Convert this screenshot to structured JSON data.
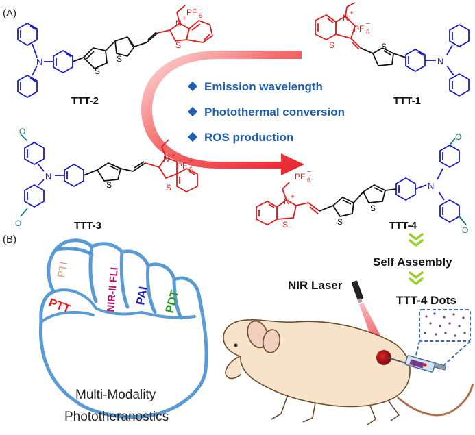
{
  "panels": {
    "a": "(A)",
    "b": "(B)"
  },
  "molecules": [
    {
      "id": "tt2",
      "label": "TTT-2"
    },
    {
      "id": "tt1",
      "label": "TTT-1"
    },
    {
      "id": "tt3",
      "label": "TTT-3"
    },
    {
      "id": "tt4",
      "label": "TTT-4"
    }
  ],
  "chem": {
    "pf": "PF",
    "six": "6",
    "minus": "−",
    "plus": "+",
    "n": "N",
    "s": "S",
    "o": "O"
  },
  "properties": [
    "Emission wavelength",
    "Photothermal conversion",
    "ROS production"
  ],
  "process": {
    "self_assembly": "Self Assembly",
    "dots": "TTT-4 Dots",
    "laser": "NIR Laser"
  },
  "fingers": [
    {
      "label": "PTT",
      "color": "#e31a1c"
    },
    {
      "label": "PTI",
      "color": "#d2a679"
    },
    {
      "label": "NIR-II FLI",
      "color": "#b8186b"
    },
    {
      "label": "PAI",
      "color": "#1a1ac8"
    },
    {
      "label": "PDT",
      "color": "#2e9a2e"
    }
  ],
  "caption": {
    "line1": "Multi-Modality",
    "line2": "Phototheranostics"
  },
  "colors": {
    "donor": "#1a1ac8",
    "acceptor": "#e31a1c",
    "thiophene": "#111111",
    "methoxy": "#117a7a",
    "props": "#1f5fb0",
    "arrow": "#e8202a",
    "chevron": "#9acd32",
    "fist": "#5b9bd5",
    "mouse": "#f6e3c9"
  }
}
